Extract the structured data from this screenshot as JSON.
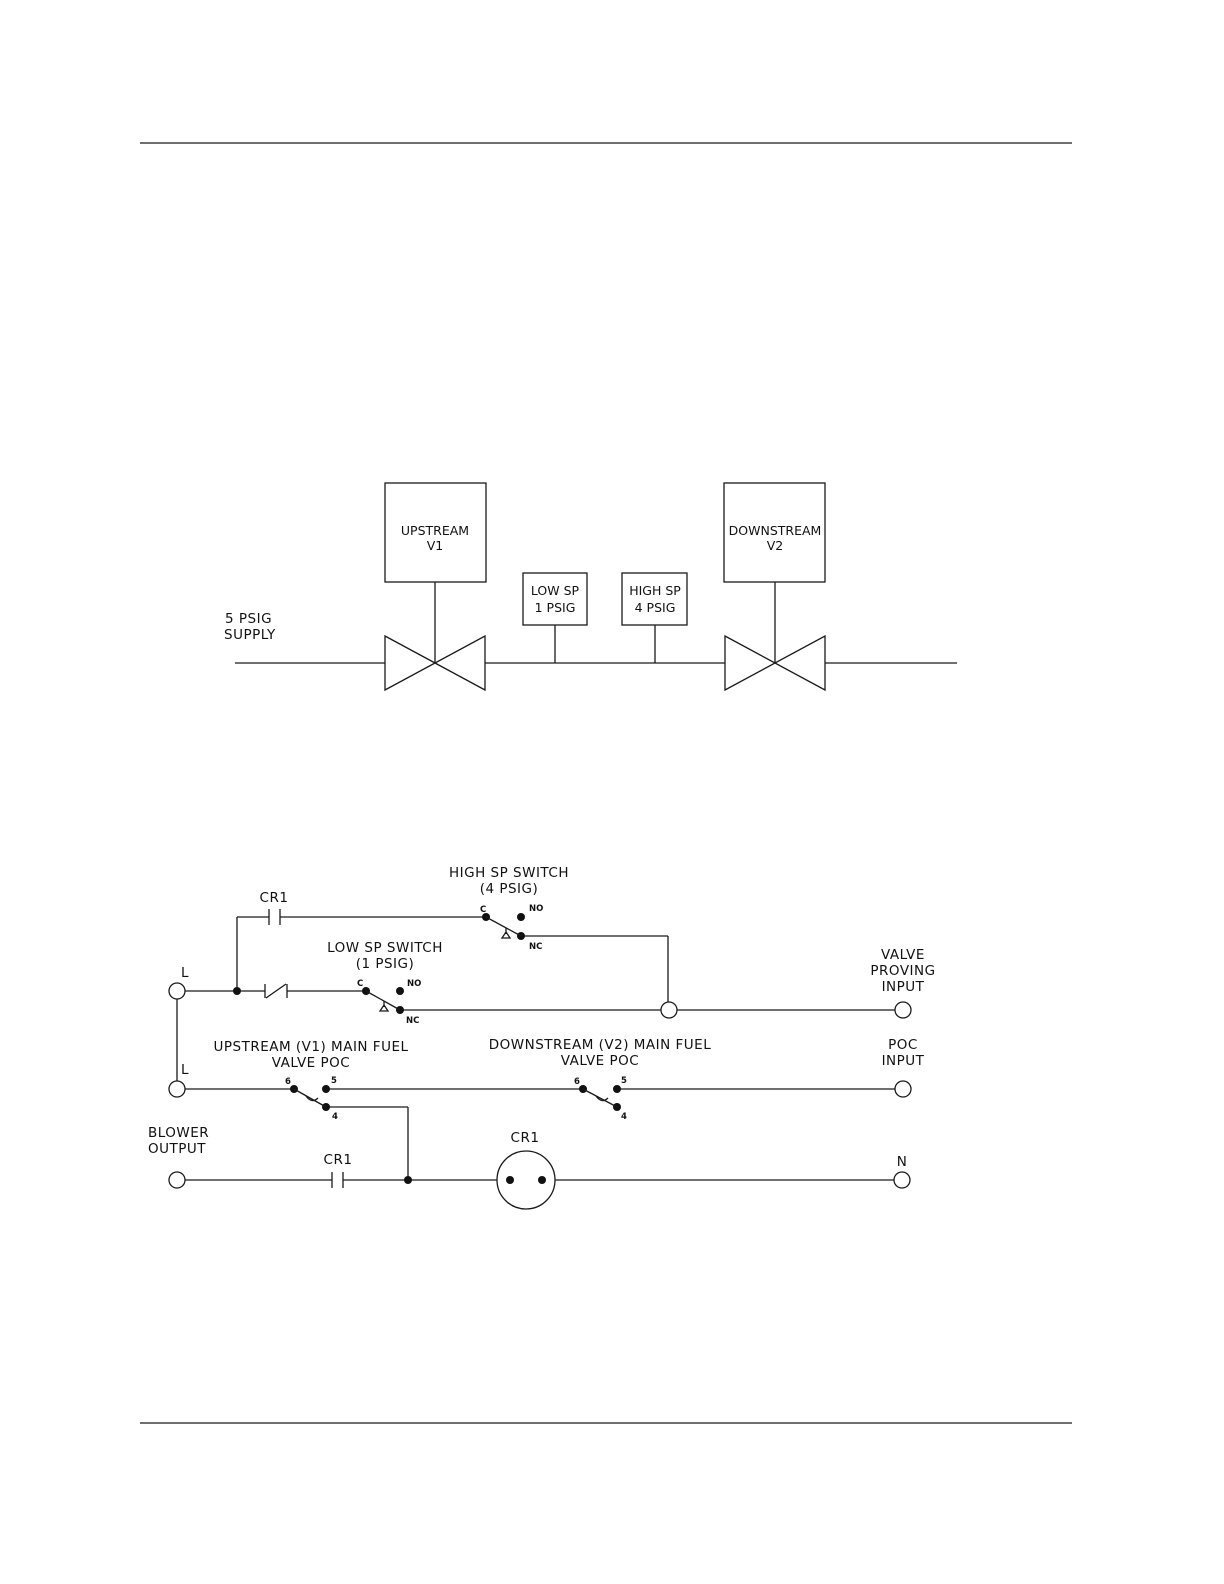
{
  "piping": {
    "supply_line1": "5 PSIG",
    "supply_line2": "SUPPLY",
    "upstream_line1": "UPSTREAM",
    "upstream_line2": "V1",
    "downstream_line1": "DOWNSTREAM",
    "downstream_line2": "V2",
    "low_sp_line1": "LOW SP",
    "low_sp_line2": "1 PSIG",
    "high_sp_line1": "HIGH SP",
    "high_sp_line2": "4 PSIG"
  },
  "ladder": {
    "high_switch_line1": "HIGH SP SWITCH",
    "high_switch_line2": "(4 PSIG)",
    "low_switch_line1": "LOW SP SWITCH",
    "low_switch_line2": "(1 PSIG)",
    "cr1": "CR1",
    "l": "L",
    "n": "N",
    "c": "C",
    "no": "NO",
    "nc": "NC",
    "valve_proving_line1": "VALVE",
    "valve_proving_line2": "PROVING",
    "valve_proving_line3": "INPUT",
    "upstream_poc_line1": "UPSTREAM (V1) MAIN FUEL",
    "upstream_poc_line2": "VALVE POC",
    "downstream_poc_line1": "DOWNSTREAM (V2) MAIN FUEL",
    "downstream_poc_line2": "VALVE POC",
    "poc_input_line1": "POC",
    "poc_input_line2": "INPUT",
    "blower_line1": "BLOWER",
    "blower_line2": "OUTPUT",
    "term6": "6",
    "term5": "5",
    "term4": "4"
  }
}
